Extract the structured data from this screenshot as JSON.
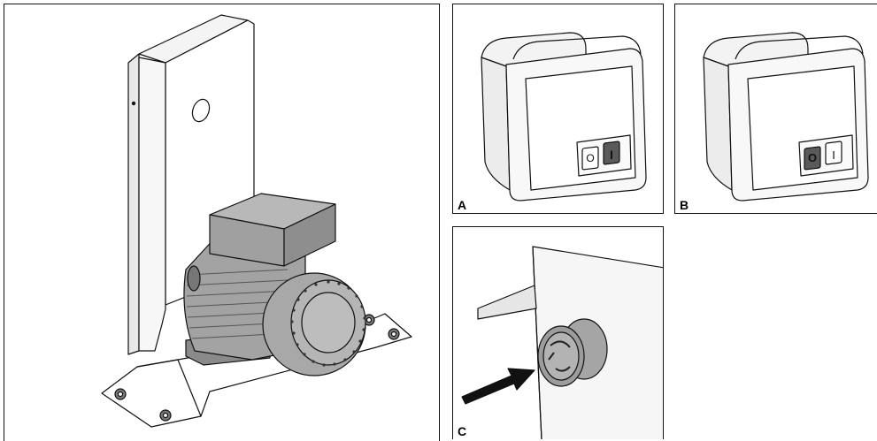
{
  "panels": {
    "main": {
      "label": ""
    },
    "a": {
      "label": "A"
    },
    "b": {
      "label": "B"
    },
    "c": {
      "label": "C"
    }
  },
  "switch_symbols": {
    "off": "O",
    "on": "I"
  },
  "colors": {
    "line": "#111111",
    "motor": "#9a9a9a",
    "motor_dark": "#6e6e6e",
    "body": "#f2f2f2",
    "shade": "#d9d9d9"
  }
}
